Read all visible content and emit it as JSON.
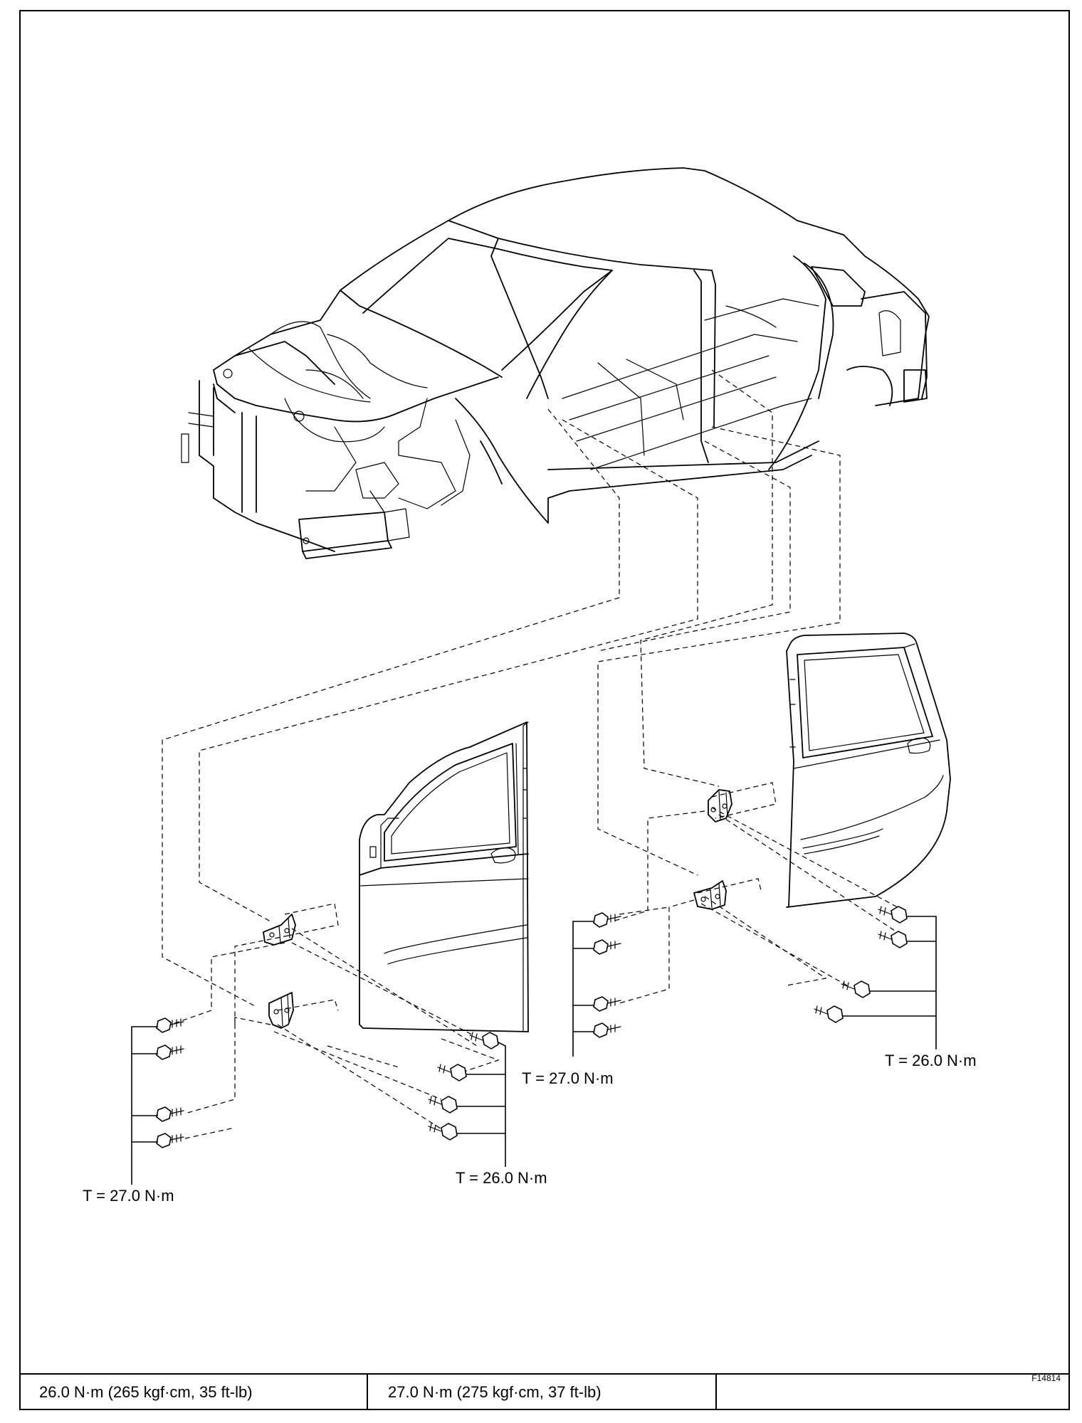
{
  "labels": {
    "torque_front_inner": "T = 27.0 N·m",
    "torque_front_outer": "T = 26.0 N·m",
    "torque_rear_inner": "T = 27.0 N·m",
    "torque_rear_outer": "T = 26.0 N·m"
  },
  "figure_code": "F14814",
  "spec_table": {
    "cells": [
      "26.0 N·m (265 kgf·cm, 35 ft-lb)",
      "27.0 N·m (275 kgf·cm, 37 ft-lb)",
      ""
    ]
  }
}
